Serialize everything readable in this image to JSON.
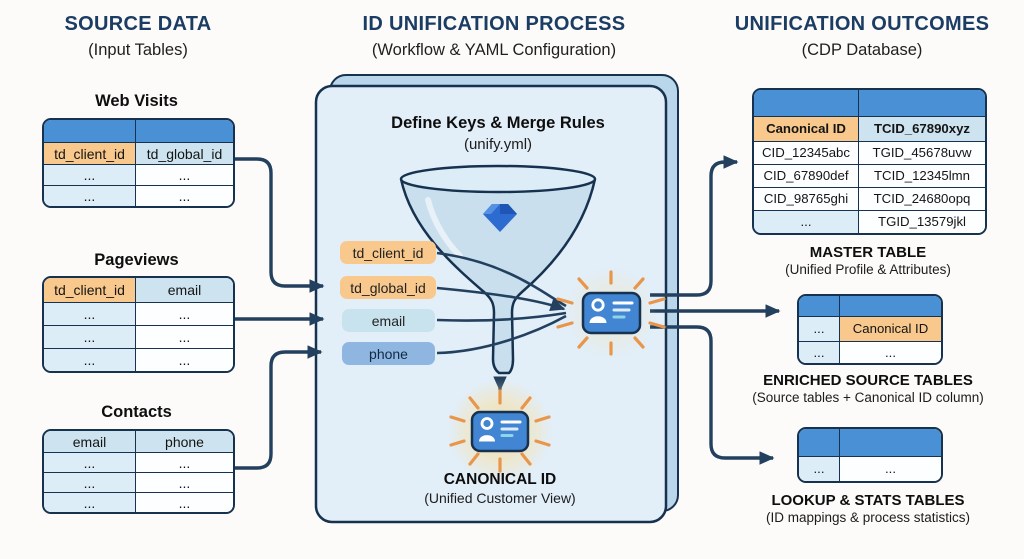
{
  "colors": {
    "title_navy": "#1b3c63",
    "arrow_navy": "#23405e",
    "table_border": "#16324f",
    "header_blue": "#4a90d4",
    "key_orange": "#f8c88c",
    "key_lightblue": "#cde4f0",
    "row_tint": "#ddedf7",
    "panel_fill": "#e2eef8",
    "panel_back_fill": "#b9d6ea",
    "pill_blue": "#8fb6e0",
    "card_blue": "#4285d2",
    "ray_orange": "#e8964a"
  },
  "columns": {
    "source": {
      "title": "SOURCE DATA",
      "subtitle": "(Input Tables)"
    },
    "process": {
      "title": "ID UNIFICATION PROCESS",
      "subtitle": "(Workflow & YAML Configuration)"
    },
    "outcomes": {
      "title": "UNIFICATION OUTCOMES",
      "subtitle": "(CDP Database)"
    }
  },
  "source_tables": {
    "web_visits": {
      "title": "Web Visits",
      "key_row": [
        "td_client_id",
        "td_global_id"
      ],
      "rows": [
        [
          "...",
          "..."
        ],
        [
          "...",
          "..."
        ]
      ]
    },
    "pageviews": {
      "title": "Pageviews",
      "key_row": [
        "td_client_id",
        "email"
      ],
      "rows": [
        [
          "...",
          "..."
        ],
        [
          "...",
          "..."
        ],
        [
          "...",
          "..."
        ]
      ]
    },
    "contacts": {
      "title": "Contacts",
      "key_row": [
        "email",
        "phone"
      ],
      "rows": [
        [
          "...",
          "..."
        ],
        [
          "...",
          "..."
        ],
        [
          "...",
          "..."
        ]
      ]
    }
  },
  "process": {
    "rules_title": "Define Keys & Merge Rules",
    "rules_subtitle": "(unify.yml)",
    "merge_keys": [
      "td_client_id",
      "td_global_id",
      "email",
      "phone"
    ],
    "canonical_title": "CANONICAL ID",
    "canonical_subtitle": "(Unified Customer View)"
  },
  "outcomes": {
    "master": {
      "key_row": [
        "Canonical ID",
        "TCID_67890xyz"
      ],
      "rows": [
        [
          "CID_12345abc",
          "TGID_45678uvw"
        ],
        [
          "CID_67890def",
          "TCID_12345lmn"
        ],
        [
          "CID_98765ghi",
          "TCID_24680opq"
        ],
        [
          "...",
          "TGID_13579jkl"
        ]
      ],
      "label": "MASTER TABLE",
      "sublabel": "(Unified Profile & Attributes)"
    },
    "enriched": {
      "key_row": [
        "...",
        "Canonical ID"
      ],
      "rows": [
        [
          "...",
          "..."
        ]
      ],
      "label": "ENRICHED SOURCE TABLES",
      "sublabel": "(Source tables + Canonical ID column)"
    },
    "lookup": {
      "rows": [
        [
          "...",
          "..."
        ]
      ],
      "label": "LOOKUP & STATS TABLES",
      "sublabel": "(ID mappings & process statistics)"
    }
  }
}
